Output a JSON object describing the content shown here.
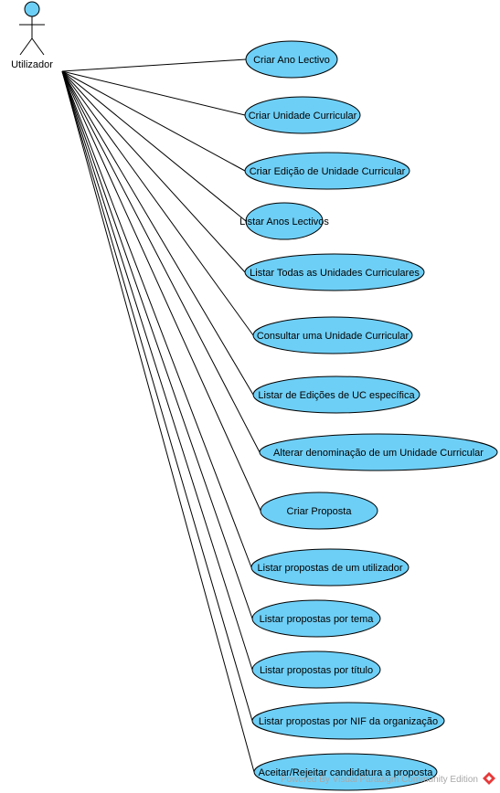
{
  "diagram": {
    "type": "use-case",
    "actor": {
      "name": "Utilizador"
    },
    "use_cases": [
      "Criar Ano Lectivo",
      "Criar Unidade Curricular",
      "Criar Edição de Unidade Curricular",
      "Listar Anos Lectivos",
      "Listar Todas as Unidades Curriculares",
      "Consultar uma Unidade Curricular",
      "Listar de Edições de UC específica",
      "Alterar denominação de um Unidade Curricular",
      "Criar Proposta",
      "Listar propostas de um utilizador",
      "Listar propostas por tema",
      "Listar propostas por título",
      "Listar propostas por NIF da organização",
      "Aceitar/Rejeitar candidatura a proposta"
    ],
    "watermark": "Powered By  Visual Paradigm Community Edition",
    "colors": {
      "use_case_fill": "#6ecff6",
      "actor_head_fill": "#6ecff6",
      "stroke": "#000000",
      "logo": "#e83a3a"
    }
  }
}
